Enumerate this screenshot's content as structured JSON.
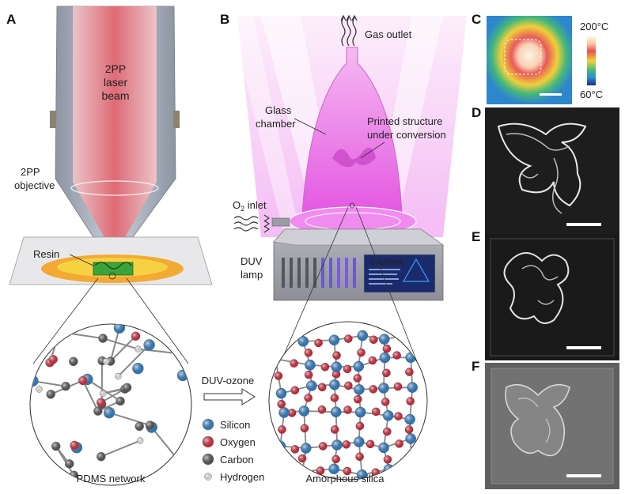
{
  "panels": {
    "A": "A",
    "B": "B",
    "C": "C",
    "D": "D",
    "E": "E",
    "F": "F"
  },
  "panel_a": {
    "beam_label": [
      "2PP",
      "laser",
      "beam"
    ],
    "objective_label": [
      "2PP",
      "objective"
    ],
    "resin_label": "Resin",
    "network_label": "PDMS network"
  },
  "panel_b": {
    "gas_outlet": "Gas outlet",
    "glass_chamber": [
      "Glass",
      "chamber"
    ],
    "printed_structure": [
      "Printed structure",
      "under conversion"
    ],
    "o2_inlet_main": "O",
    "o2_inlet_sub": "2",
    "o2_inlet_rest": " inlet",
    "duv_lamp": [
      "DUV",
      "lamp"
    ],
    "caution_title": "CAUTION",
    "silica_label": "Amorphous silica"
  },
  "conversion": {
    "arrow_label": "DUV-ozone"
  },
  "legend": [
    {
      "name": "Silicon",
      "color": "#2f7fc6"
    },
    {
      "name": "Oxygen",
      "color": "#d8283a"
    },
    {
      "name": "Carbon",
      "color": "#555555"
    },
    {
      "name": "Hydrogen",
      "color": "#eeeeee"
    }
  ],
  "panel_c": {
    "max_label": "200°C",
    "min_label": "60°C"
  },
  "colors": {
    "beam": "#e0606a",
    "uv": "#e040e0",
    "silicon": "#2f7fc6",
    "oxygen": "#d8283a",
    "carbon": "#555555"
  }
}
